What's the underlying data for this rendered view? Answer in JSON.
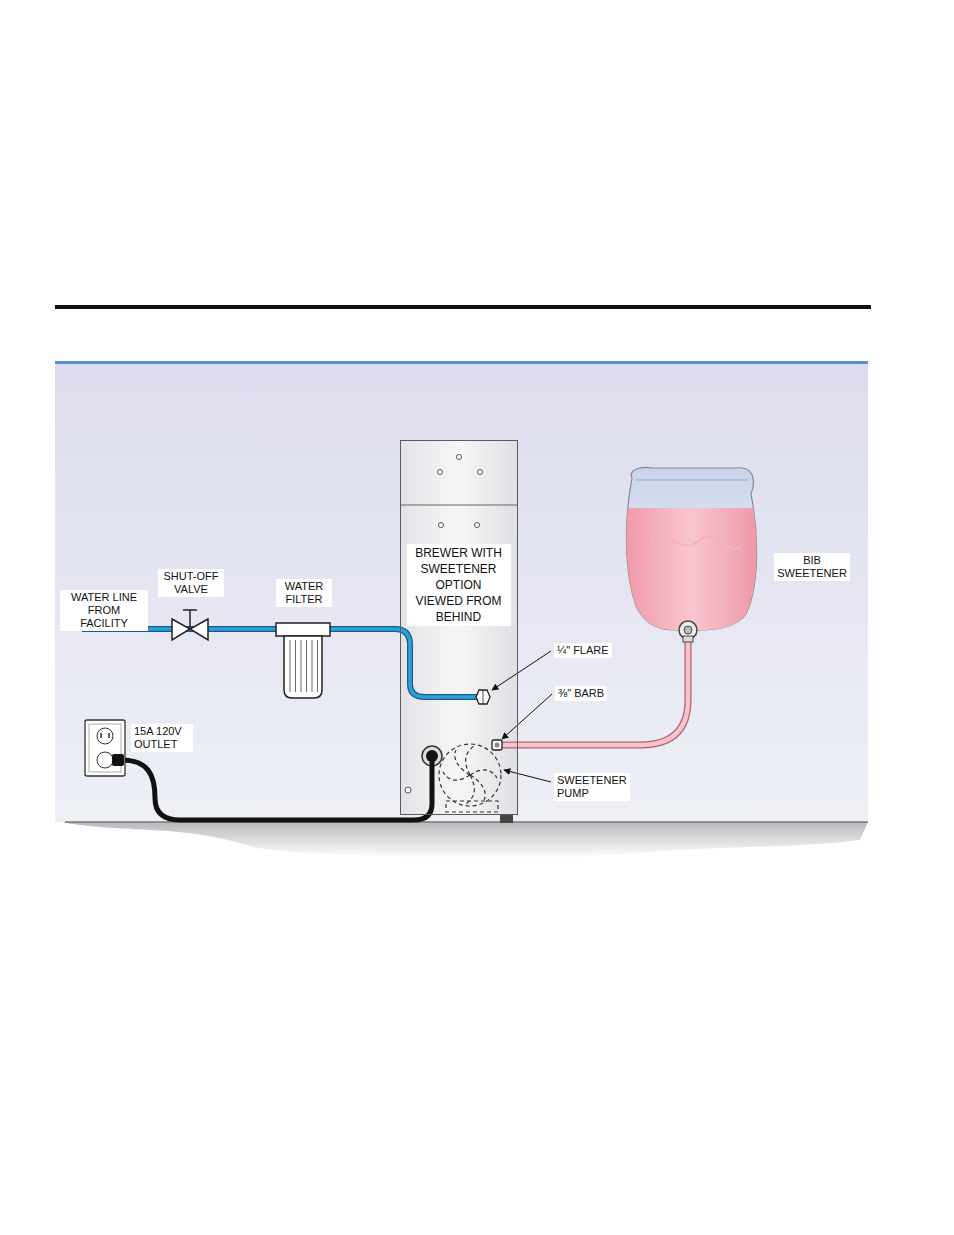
{
  "diagram": {
    "nodes": [
      {
        "text": [
          "BREWER WITH SWEETENER OPTION VIEWED FROM BEHIND"
        ]
      }
    ],
    "labels": [
      "WATER LINE FROM FACILITY",
      "SHUT-OFF VALVE",
      "WATER FILTER",
      "¼\" FLARE",
      "⅜\" BARB",
      "SWEETENER PUMP",
      "BIB SWEETENER",
      "15A 120V OUTLET"
    ]
  }
}
